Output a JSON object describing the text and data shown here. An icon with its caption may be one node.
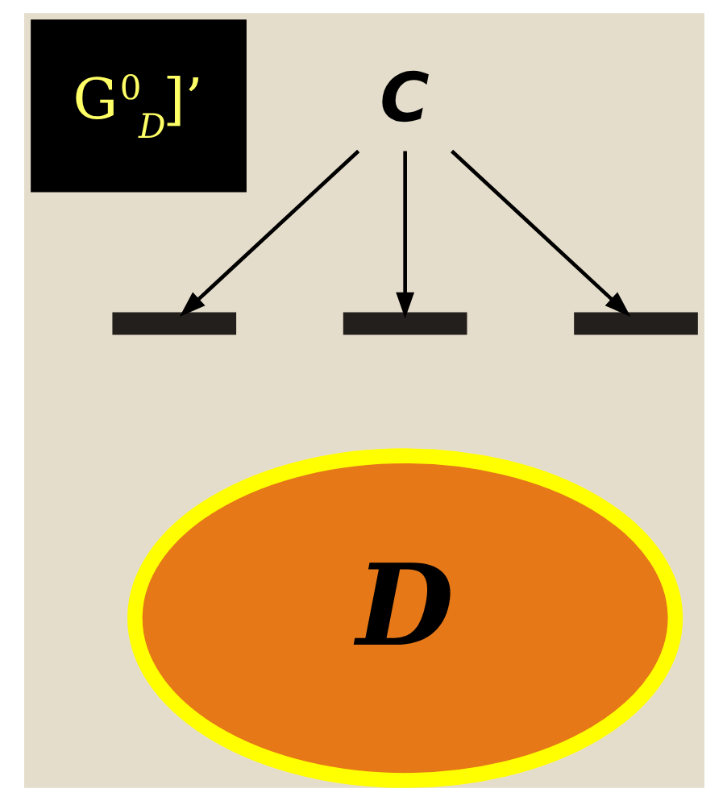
{
  "diagram": {
    "nodes": [
      {
        "text": [
          "C"
        ]
      },
      {
        "text": [
          "D"
        ]
      },
      {
        "text": [],
        "shape": "bar"
      },
      {
        "text": [],
        "shape": "bar"
      },
      {
        "text": [],
        "shape": "bar"
      }
    ],
    "edges": [
      {
        "from": 0,
        "to": 2,
        "arrow": "to"
      },
      {
        "from": 0,
        "to": 3,
        "arrow": "to"
      },
      {
        "from": 0,
        "to": 4,
        "arrow": "to"
      }
    ],
    "labels": [
      "G$^{0}$$_{D}$]’"
    ]
  }
}
